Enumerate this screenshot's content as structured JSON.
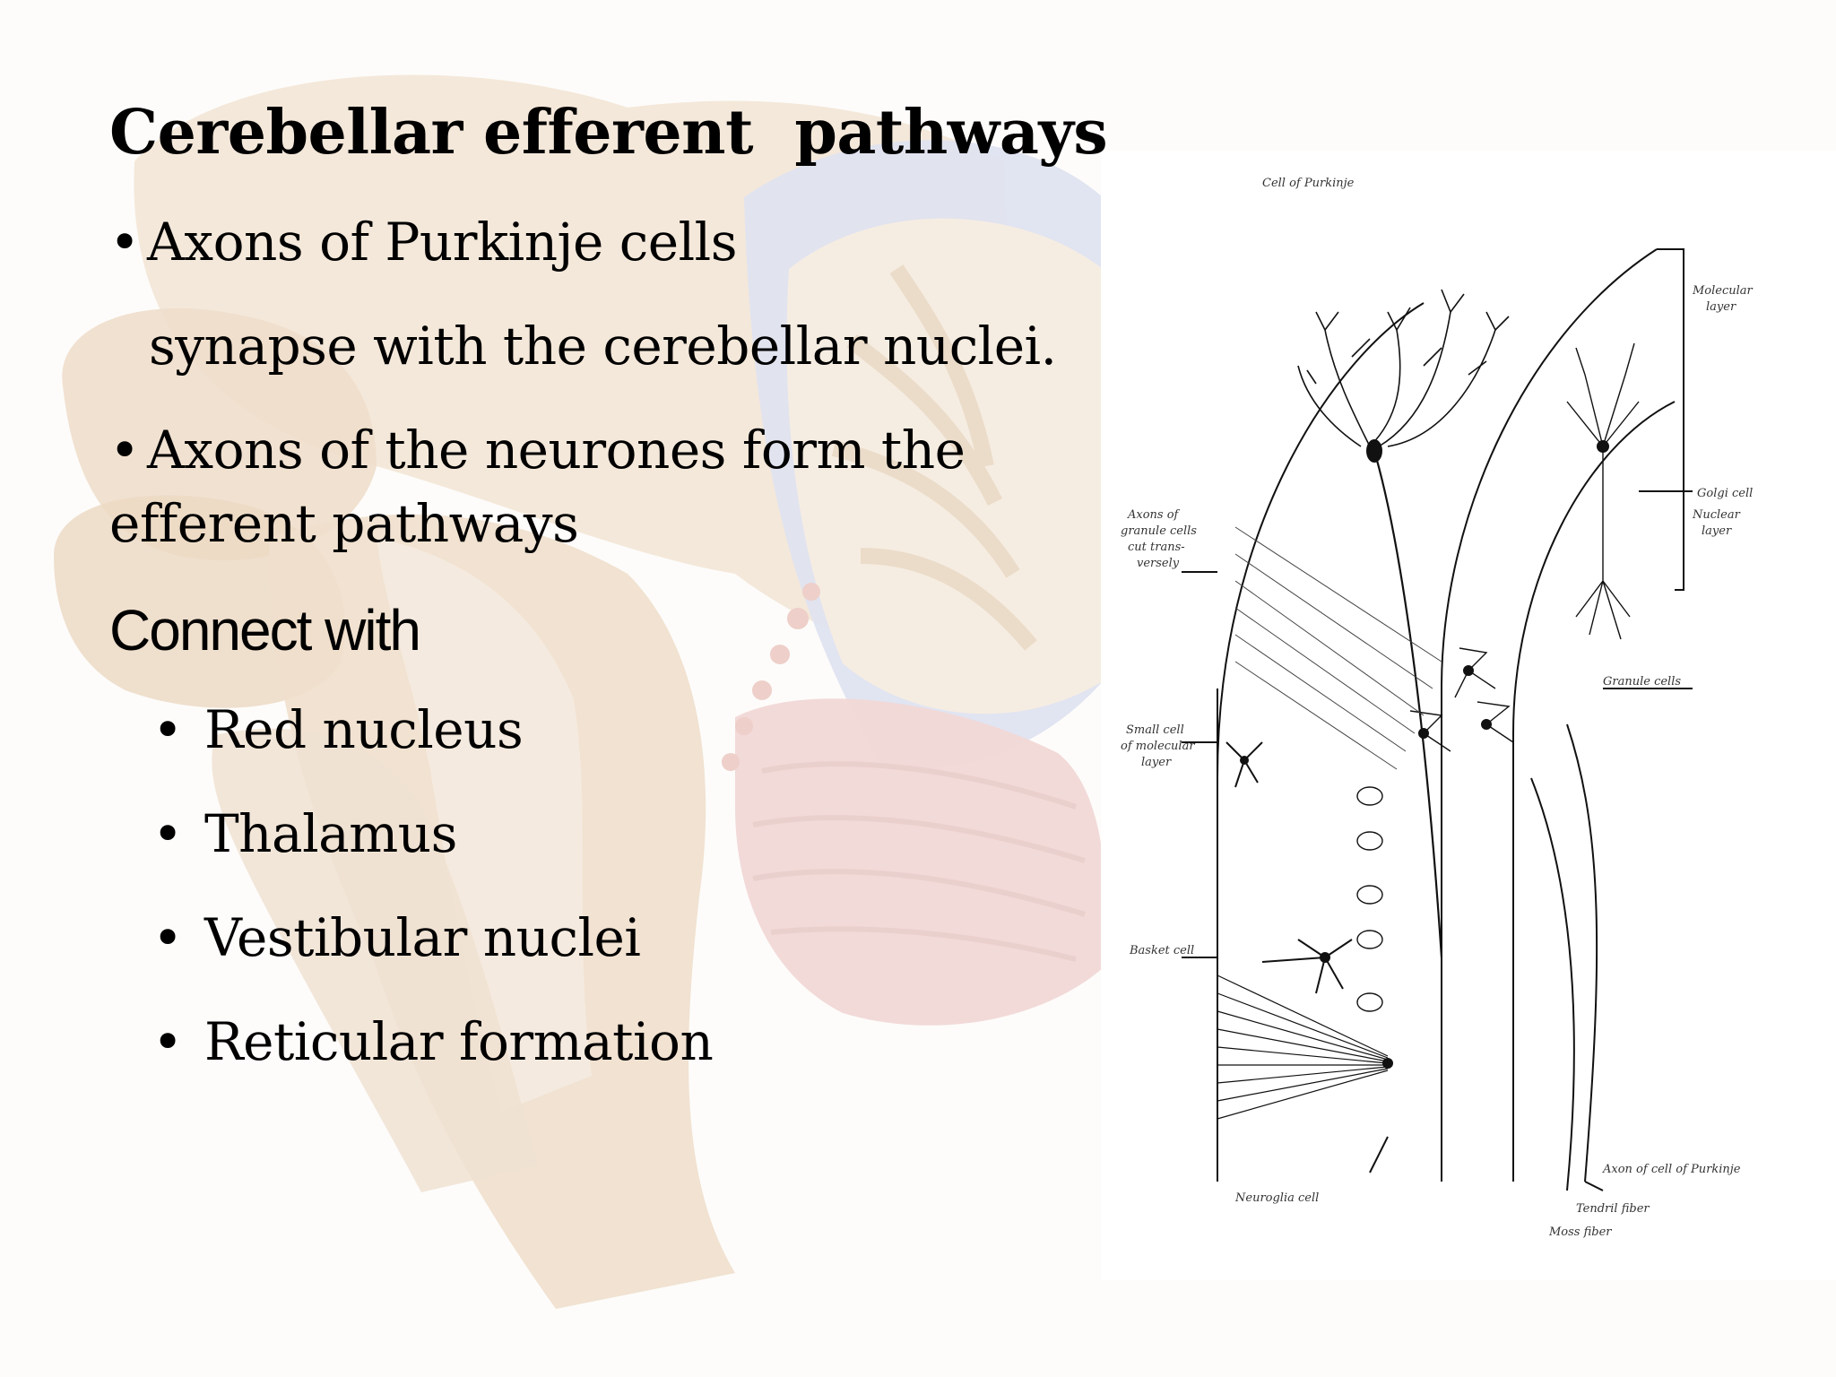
{
  "slide": {
    "title": "Cerebellar efferent  pathways",
    "bullet_char": "•",
    "points": [
      "Axons of Purkinje cells",
      "synapse with the cerebellar nuclei.",
      "Axons of the neurones form the",
      "efferent pathways"
    ],
    "subheading": "Connect with",
    "connections": [
      "Red nucleus",
      "Thalamus",
      "Vestibular nuclei",
      "Reticular formation"
    ]
  },
  "diagram_labels": {
    "cell_of_purkinje": "Cell of Purkinje",
    "molecular_layer": [
      "Molecular",
      "layer"
    ],
    "golgi_cell": "Golgi cell",
    "nuclear_layer": [
      "Nuclear",
      "layer"
    ],
    "axons_granule": [
      "Axons of",
      "granule cells",
      "cut trans-",
      "versely"
    ],
    "granule_cells": "Granule cells",
    "small_cell": [
      "Small cell",
      "of molecular",
      "layer"
    ],
    "basket_cell": "Basket cell",
    "neuroglia_cell": "Neuroglia cell",
    "axon_purkinje": "Axon of cell of Purkinje",
    "tendril_fiber": "Tendril fiber",
    "moss_fiber": "Moss fiber"
  },
  "colors": {
    "text": "#000000",
    "bg_tint": "#f2e6d8",
    "bg_blue": "#dfe3f0",
    "bg_red": "#f1d8d6"
  }
}
